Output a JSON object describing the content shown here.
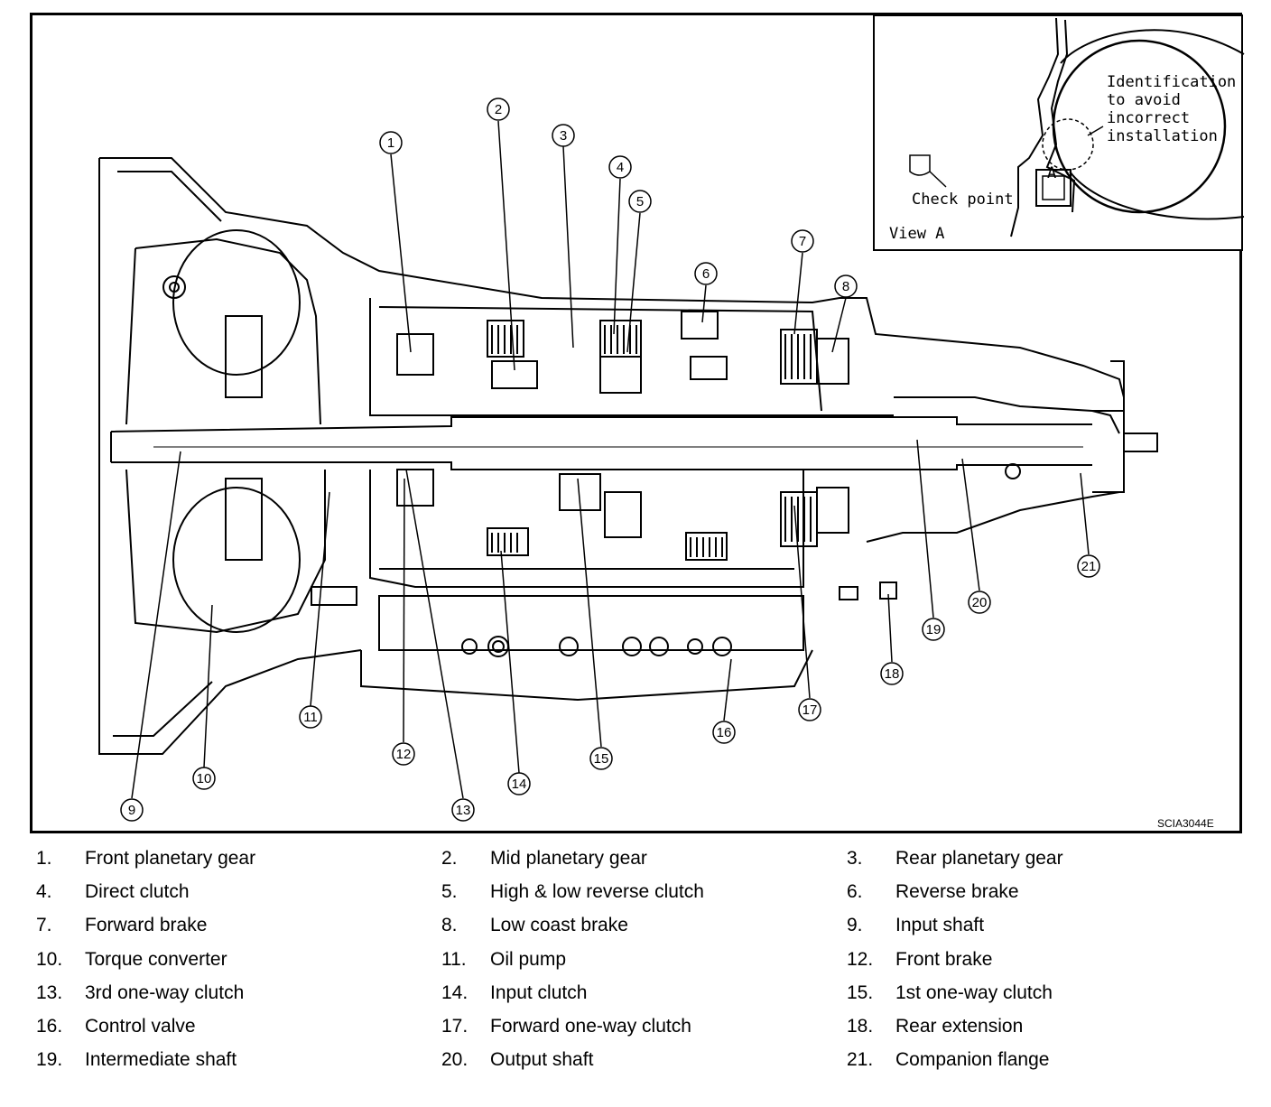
{
  "inset": {
    "note_lines": [
      "Identification",
      "to avoid",
      "incorrect",
      "installation"
    ],
    "check_point": "Check point",
    "view_label": "View A",
    "marker": "A"
  },
  "figure_code": "SCIA3044E",
  "legend": [
    {
      "num": "1.",
      "label": "Front planetary gear"
    },
    {
      "num": "2.",
      "label": "Mid planetary gear"
    },
    {
      "num": "3.",
      "label": "Rear planetary gear"
    },
    {
      "num": "4.",
      "label": "Direct clutch"
    },
    {
      "num": "5.",
      "label": "High & low reverse clutch"
    },
    {
      "num": "6.",
      "label": "Reverse brake"
    },
    {
      "num": "7.",
      "label": "Forward brake"
    },
    {
      "num": "8.",
      "label": "Low coast brake"
    },
    {
      "num": "9.",
      "label": "Input shaft"
    },
    {
      "num": "10.",
      "label": "Torque converter"
    },
    {
      "num": "11.",
      "label": "Oil pump"
    },
    {
      "num": "12.",
      "label": "Front brake"
    },
    {
      "num": "13.",
      "label": "3rd one-way clutch"
    },
    {
      "num": "14.",
      "label": "Input clutch"
    },
    {
      "num": "15.",
      "label": "1st one-way clutch"
    },
    {
      "num": "16.",
      "label": "Control valve"
    },
    {
      "num": "17.",
      "label": "Forward one-way clutch"
    },
    {
      "num": "18.",
      "label": "Rear extension"
    },
    {
      "num": "19.",
      "label": "Intermediate shaft"
    },
    {
      "num": "20.",
      "label": "Output shaft"
    },
    {
      "num": "21.",
      "label": "Companion flange"
    }
  ],
  "callouts": [
    "1",
    "2",
    "3",
    "4",
    "5",
    "6",
    "7",
    "8",
    "9",
    "10",
    "11",
    "12",
    "13",
    "14",
    "15",
    "16",
    "17",
    "18",
    "19",
    "20",
    "21"
  ]
}
